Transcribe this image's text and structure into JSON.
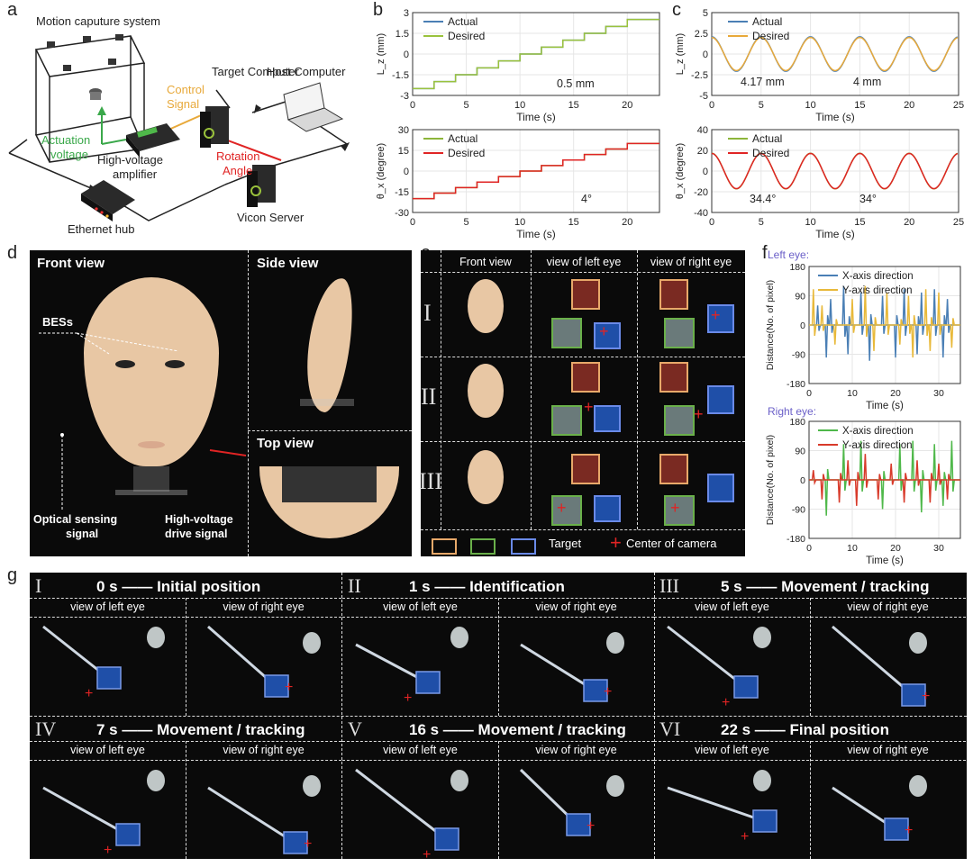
{
  "panels": {
    "a": {
      "label": "a",
      "title": "Motion caputure system",
      "target_computer": "Target Computer",
      "host_computer": "Host Computer",
      "control_signal_1": "Control",
      "control_signal_2": "Signal",
      "actuation_1": "Actuation",
      "actuation_2": "voltage",
      "amplifier_1": "High-voltage",
      "amplifier_2": "amplifier",
      "rotation_1": "Rotation",
      "rotation_2": "Angle",
      "ethernet": "Ethernet hub",
      "vicon": "Vicon Server",
      "colors": {
        "control": "#e8a93a",
        "actuation": "#3aa84a",
        "rotation": "#e02424"
      }
    },
    "b": {
      "label": "b",
      "annot_top": "0.5 mm",
      "annot_bottom": "4°"
    },
    "c": {
      "label": "c",
      "annot_top_left": "4.17 mm",
      "annot_top_right": "4 mm",
      "annot_bottom_left": "34.4°",
      "annot_bottom_right": "34°"
    },
    "d": {
      "label": "d",
      "front_view": "Front view",
      "side_view": "Side view",
      "top_view": "Top view",
      "bess": "BESs",
      "optical_1": "Optical sensing",
      "optical_2": "signal",
      "drive_1": "High-voltage",
      "drive_2": "drive signal"
    },
    "e": {
      "label": "e",
      "col_front": "Front view",
      "col_left": "view of left eye",
      "col_right": "view of right eye",
      "rows": [
        "I",
        "II",
        "III"
      ],
      "legend_target": "Target",
      "legend_center": "Center of camera"
    },
    "f": {
      "label": "f",
      "left_eye": "Left eye:",
      "right_eye": "Right eye:"
    },
    "g": {
      "label": "g",
      "view_left": "view of left eye",
      "view_right": "view of right eye",
      "steps": [
        {
          "roman": "I",
          "title": "0 s —— Initial position"
        },
        {
          "roman": "II",
          "title": "1 s —— Identification"
        },
        {
          "roman": "III",
          "title": "5 s —— Movement / tracking"
        },
        {
          "roman": "IV",
          "title": "7 s —— Movement / tracking"
        },
        {
          "roman": "V",
          "title": "16 s —— Movement / tracking"
        },
        {
          "roman": "VI",
          "title": "22 s —— Final position"
        }
      ]
    }
  },
  "chart_data": [
    {
      "id": "b-top",
      "type": "line",
      "xlabel": "Time (s)",
      "ylabel": "L_z (mm)",
      "xlim": [
        0,
        23
      ],
      "ylim": [
        -3,
        3
      ],
      "xticks": [
        0,
        5,
        10,
        15,
        20
      ],
      "yticks": [
        -3,
        -1.5,
        0,
        1.5,
        3
      ],
      "series": [
        {
          "name": "Actual",
          "color": "#4a7fb5",
          "x": [
            0,
            2,
            4,
            6,
            8,
            10,
            12,
            14,
            16,
            18,
            20,
            23
          ],
          "y": [
            -2.5,
            -2.0,
            -1.5,
            -1.0,
            -0.5,
            0.0,
            0.5,
            1.0,
            1.5,
            2.0,
            2.5,
            2.5
          ]
        },
        {
          "name": "Desired",
          "color": "#9ac23c",
          "x": [
            0,
            2,
            4,
            6,
            8,
            10,
            12,
            14,
            16,
            18,
            20,
            23
          ],
          "y": [
            -2.5,
            -2.0,
            -1.5,
            -1.0,
            -0.5,
            0.0,
            0.5,
            1.0,
            1.5,
            2.0,
            2.5,
            2.5
          ]
        }
      ]
    },
    {
      "id": "b-bottom",
      "type": "line",
      "xlabel": "Time (s)",
      "ylabel": "θ_x (degree)",
      "xlim": [
        0,
        23
      ],
      "ylim": [
        -30,
        30
      ],
      "xticks": [
        0,
        5,
        10,
        15,
        20
      ],
      "yticks": [
        -30,
        -15,
        0,
        15,
        30
      ],
      "series": [
        {
          "name": "Actual",
          "color": "#8db53a",
          "x": [
            0,
            2,
            4,
            6,
            8,
            10,
            12,
            14,
            16,
            18,
            20,
            23
          ],
          "y": [
            -20,
            -16,
            -12,
            -8,
            -4,
            0,
            4,
            8,
            12,
            16,
            20,
            20
          ]
        },
        {
          "name": "Desired",
          "color": "#e02424",
          "x": [
            0,
            2,
            4,
            6,
            8,
            10,
            12,
            14,
            16,
            18,
            20,
            23
          ],
          "y": [
            -20,
            -16,
            -12,
            -8,
            -4,
            0,
            4,
            8,
            12,
            16,
            20,
            20
          ]
        }
      ]
    },
    {
      "id": "c-top",
      "type": "line",
      "xlabel": "Time (s)",
      "ylabel": "L_z (mm)",
      "xlim": [
        0,
        25
      ],
      "ylim": [
        -5,
        5
      ],
      "xticks": [
        0,
        5,
        10,
        15,
        20,
        25
      ],
      "yticks": [
        -5,
        -2.5,
        0,
        2.5,
        5
      ],
      "series": [
        {
          "name": "Actual",
          "color": "#4a7fb5",
          "amplitude": 2.08,
          "period": 5,
          "phase": 0
        },
        {
          "name": "Desired",
          "color": "#e8a93a",
          "amplitude": 2.0,
          "period": 5,
          "phase": 0
        }
      ]
    },
    {
      "id": "c-bottom",
      "type": "line",
      "xlabel": "Time (s)",
      "ylabel": "θ_x (degree)",
      "xlim": [
        0,
        25
      ],
      "ylim": [
        -40,
        40
      ],
      "xticks": [
        0,
        5,
        10,
        15,
        20,
        25
      ],
      "yticks": [
        -40,
        -20,
        0,
        20,
        40
      ],
      "series": [
        {
          "name": "Actual",
          "color": "#8db53a",
          "amplitude": 17.2,
          "period": 5,
          "phase": 0
        },
        {
          "name": "Desired",
          "color": "#e02424",
          "amplitude": 17.0,
          "period": 5,
          "phase": 0
        }
      ]
    },
    {
      "id": "f-left",
      "type": "line",
      "xlabel": "Time (s)",
      "ylabel": "Distance(No. of pixel)",
      "xlim": [
        0,
        35
      ],
      "ylim": [
        -180,
        180
      ],
      "xticks": [
        0,
        10,
        20,
        30
      ],
      "yticks": [
        -180,
        -90,
        0,
        90,
        180
      ],
      "series": [
        {
          "name": "X-axis direction",
          "color": "#4a7fb5",
          "spikes": [
            [
              2,
              60
            ],
            [
              4,
              -100
            ],
            [
              5,
              80
            ],
            [
              8,
              120
            ],
            [
              9,
              -90
            ],
            [
              12,
              100
            ],
            [
              14,
              -110
            ],
            [
              17,
              90
            ],
            [
              20,
              -100
            ],
            [
              22,
              110
            ],
            [
              25,
              -90
            ],
            [
              26,
              100
            ],
            [
              29,
              110
            ],
            [
              31,
              -100
            ],
            [
              32,
              80
            ]
          ]
        },
        {
          "name": "Y-axis direction",
          "color": "#e8b93a",
          "spikes": [
            [
              1,
              110
            ],
            [
              3,
              60
            ],
            [
              6,
              -60
            ],
            [
              10,
              80
            ],
            [
              13,
              120
            ],
            [
              15,
              -80
            ],
            [
              18,
              100
            ],
            [
              21,
              -60
            ],
            [
              23,
              90
            ],
            [
              24,
              -100
            ],
            [
              27,
              110
            ],
            [
              28,
              -80
            ],
            [
              30,
              100
            ],
            [
              33,
              -70
            ]
          ]
        }
      ]
    },
    {
      "id": "f-right",
      "type": "line",
      "xlabel": "Time (s)",
      "ylabel": "Distance(No. of pixel)",
      "xlim": [
        0,
        35
      ],
      "ylim": [
        -180,
        180
      ],
      "xticks": [
        0,
        10,
        20,
        30
      ],
      "yticks": [
        -180,
        -90,
        0,
        90,
        180
      ],
      "series": [
        {
          "name": "X-axis direction",
          "color": "#4fb84a",
          "spikes": [
            [
              4,
              -110
            ],
            [
              8,
              110
            ],
            [
              12,
              120
            ],
            [
              17,
              -90
            ],
            [
              21,
              110
            ],
            [
              24,
              120
            ],
            [
              26,
              -100
            ],
            [
              29,
              110
            ],
            [
              31,
              -80
            ],
            [
              33,
              120
            ]
          ]
        },
        {
          "name": "Y-axis direction",
          "color": "#d83a2a",
          "spikes": [
            [
              1,
              30
            ],
            [
              3,
              -60
            ],
            [
              7,
              -70
            ],
            [
              9,
              60
            ],
            [
              11,
              -80
            ],
            [
              13,
              80
            ],
            [
              16,
              -60
            ],
            [
              19,
              50
            ],
            [
              22,
              -70
            ],
            [
              25,
              60
            ],
            [
              28,
              -70
            ],
            [
              30,
              50
            ],
            [
              32,
              -60
            ]
          ]
        }
      ]
    }
  ]
}
